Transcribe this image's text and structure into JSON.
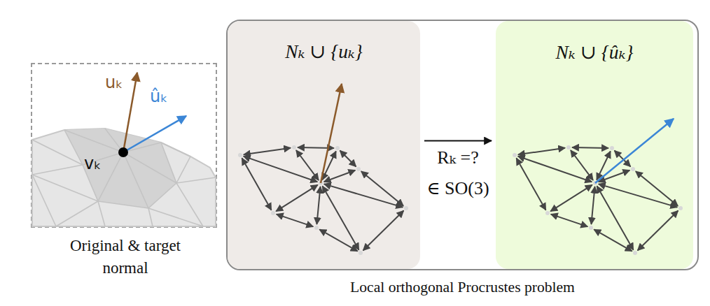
{
  "diagram": {
    "nodes": [
      {
        "text": [
          "Original & target normal"
        ]
      },
      {
        "text": [
          "Local orthogonal Procrustes problem"
        ]
      },
      {
        "text": [
          "Nₖ ∪ {uₖ}"
        ],
        "in": 1
      },
      {
        "text": [
          "Nₖ ∪ {ûₖ}"
        ],
        "in": 1
      }
    ],
    "edges": [
      {
        "from": 2,
        "to": 3,
        "arrow": "to",
        "label": "Rₖ =?"
      }
    ],
    "labels": [
      "uₖ",
      "ûₖ",
      "vₖ",
      "∈ SO(3)"
    ]
  }
}
